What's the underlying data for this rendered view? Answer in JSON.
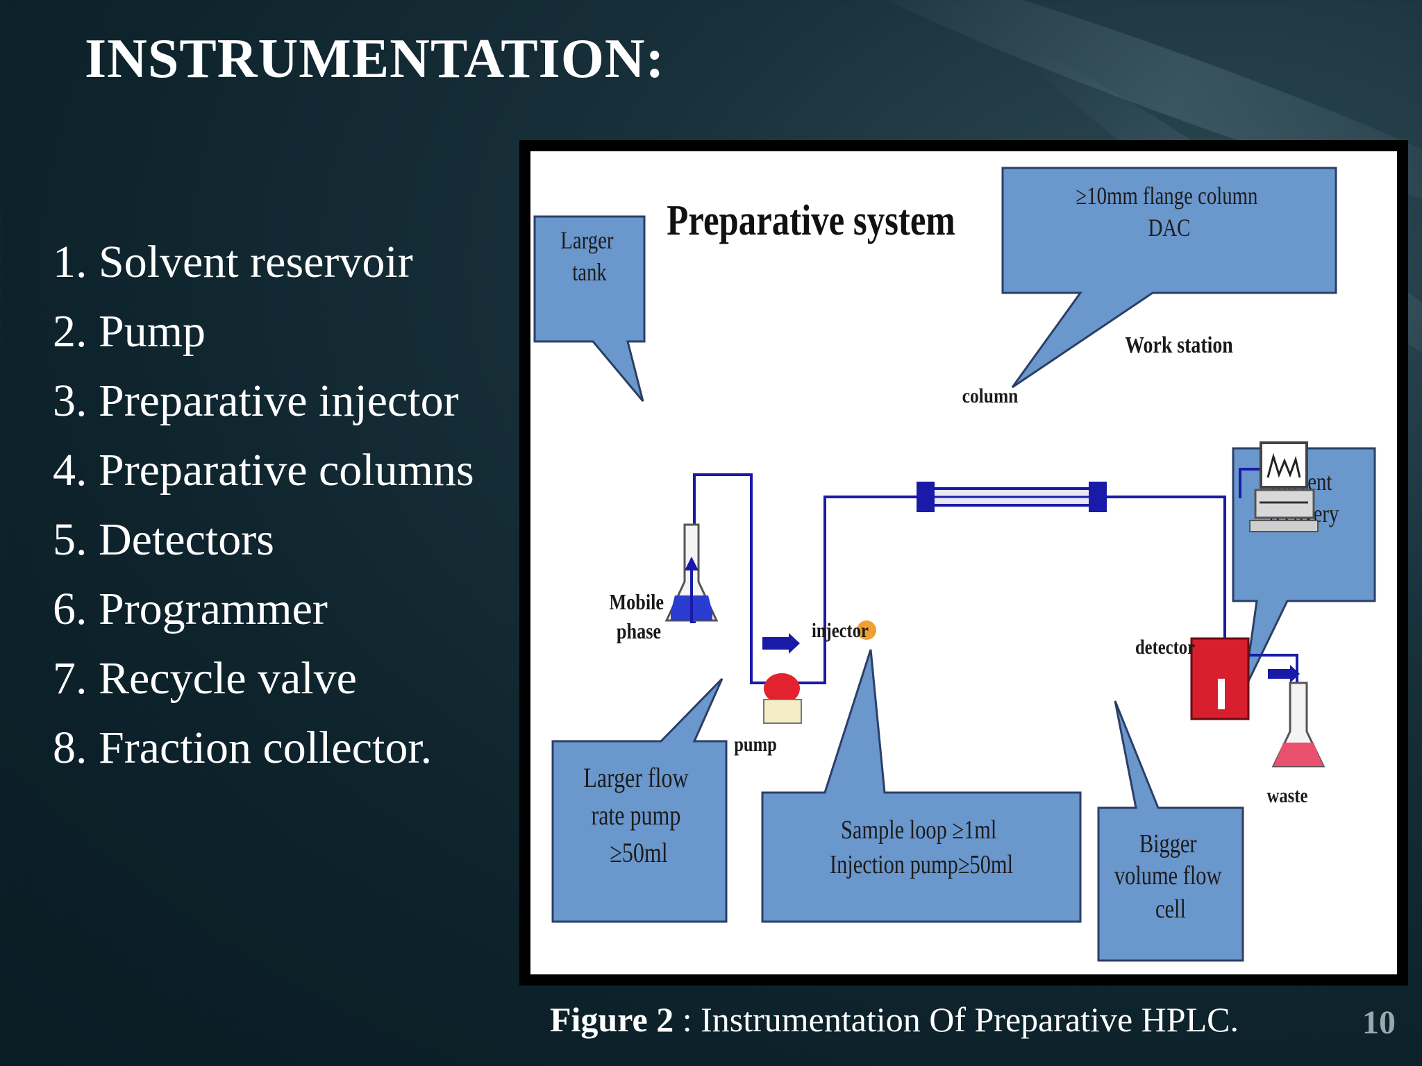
{
  "slide": {
    "title": "INSTRUMENTATION:",
    "number": "10"
  },
  "components": [
    "1. Solvent reservoir",
    "2. Pump",
    "3. Preparative injector",
    "4. Preparative columns",
    "5. Detectors",
    "6. Programmer",
    "7. Recycle valve",
    "8. Fraction collector."
  ],
  "caption": {
    "label": "Figure 2",
    "separator": " : ",
    "text": "Instrumentation Of Preparative HPLC."
  },
  "diagram": {
    "title": "Preparative system",
    "callouts": {
      "larger_tank": [
        "Larger",
        "tank"
      ],
      "flange_column": [
        "≥10mm flange column",
        "DAC"
      ],
      "solvent_recovery": [
        "Solvent",
        "recovery"
      ],
      "flow_pump": [
        "Larger flow",
        "rate pump",
        "≥50ml"
      ],
      "sample_loop": [
        "Sample loop ≥1ml",
        "Injection pump≥50ml"
      ],
      "flow_cell": [
        "Bigger",
        "volume flow",
        "cell"
      ]
    },
    "labels": {
      "work_station": "Work station",
      "column": "column",
      "mobile_phase": [
        "Mobile",
        "phase"
      ],
      "injector": "injector",
      "detector": "detector",
      "pump": "pump",
      "waste": "waste"
    },
    "colors": {
      "callout_fill": "#6a97cc",
      "tubing": "#1a1aa8",
      "detector": "#d81f2e",
      "injector": "#f0a030"
    }
  }
}
